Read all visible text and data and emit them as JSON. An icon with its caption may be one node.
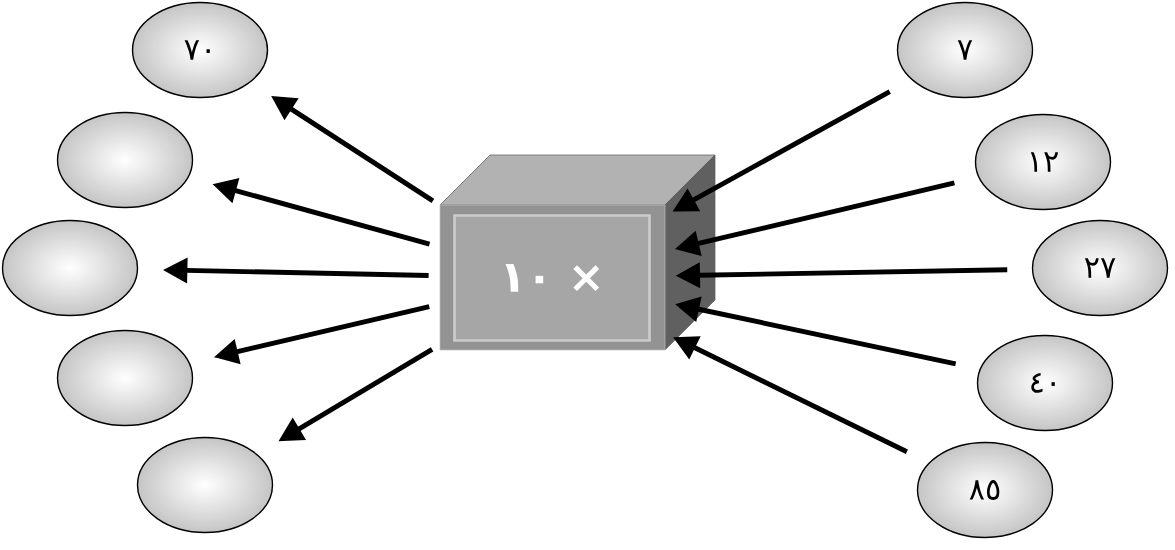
{
  "diagram": {
    "nodes": [
      {
        "text": [
          "١٠ ×"
        ]
      },
      {
        "text": [
          "٧"
        ]
      },
      {
        "text": [
          "١٢"
        ]
      },
      {
        "text": [
          "٢٧"
        ]
      },
      {
        "text": [
          "٤٠"
        ]
      },
      {
        "text": [
          "٨٥"
        ]
      },
      {
        "text": [
          "٧٠"
        ]
      },
      {
        "text": [],
        "shape": "ellipse"
      },
      {
        "text": [],
        "shape": "ellipse"
      },
      {
        "text": [],
        "shape": "ellipse"
      },
      {
        "text": [],
        "shape": "ellipse"
      }
    ],
    "edges": [
      {
        "from": 1,
        "to": 0,
        "arrow": "to"
      },
      {
        "from": 2,
        "to": 0,
        "arrow": "to"
      },
      {
        "from": 3,
        "to": 0,
        "arrow": "to"
      },
      {
        "from": 4,
        "to": 0,
        "arrow": "to"
      },
      {
        "from": 5,
        "to": 0,
        "arrow": "to"
      },
      {
        "from": 0,
        "to": 6,
        "arrow": "to"
      },
      {
        "from": 0,
        "to": 7,
        "arrow": "to"
      },
      {
        "from": 0,
        "to": 8,
        "arrow": "to"
      },
      {
        "from": 0,
        "to": 9,
        "arrow": "to"
      },
      {
        "from": 0,
        "to": 10,
        "arrow": "to"
      }
    ]
  }
}
